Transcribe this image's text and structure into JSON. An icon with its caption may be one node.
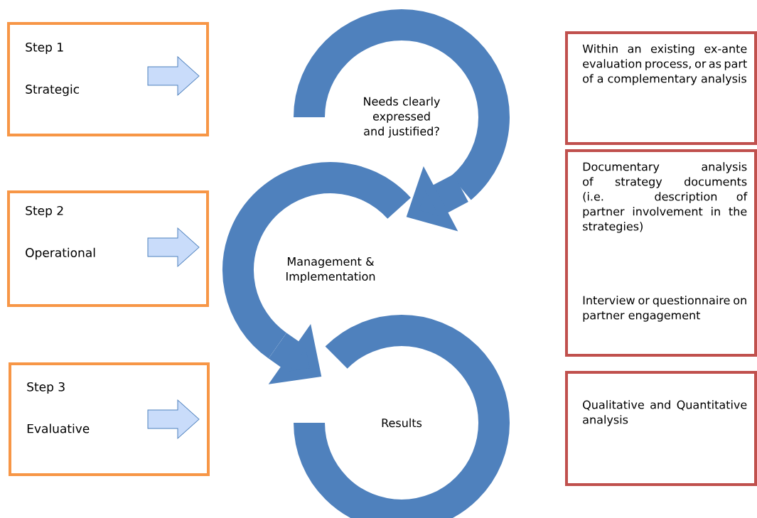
{
  "diagram": {
    "nodes": [
      {
        "text": [
          "Step 1",
          "Strategic"
        ]
      },
      {
        "text": [
          "Step 2",
          "Operational"
        ]
      },
      {
        "text": [
          "Step 3",
          "Evaluative"
        ]
      },
      {
        "text": [
          "Needs clearly expressed and justified?"
        ]
      },
      {
        "text": [
          "Management & Implementation"
        ]
      },
      {
        "text": [
          "Results"
        ]
      },
      {
        "text": [
          "Within an existing ex-ante evaluation process, or as part of a complementary analysis"
        ]
      },
      {
        "text": [
          "Documentary analysis of strategy documents (i.e. description of partner involvement in the strategies)",
          "Interview or questionnaire on partner engagement"
        ]
      },
      {
        "text": [
          "Qualitative and Quantitative analysis"
        ]
      }
    ],
    "edges": [
      {
        "from": 3,
        "to": 4,
        "arrow": "to"
      },
      {
        "from": 4,
        "to": 5,
        "arrow": "to"
      }
    ]
  }
}
